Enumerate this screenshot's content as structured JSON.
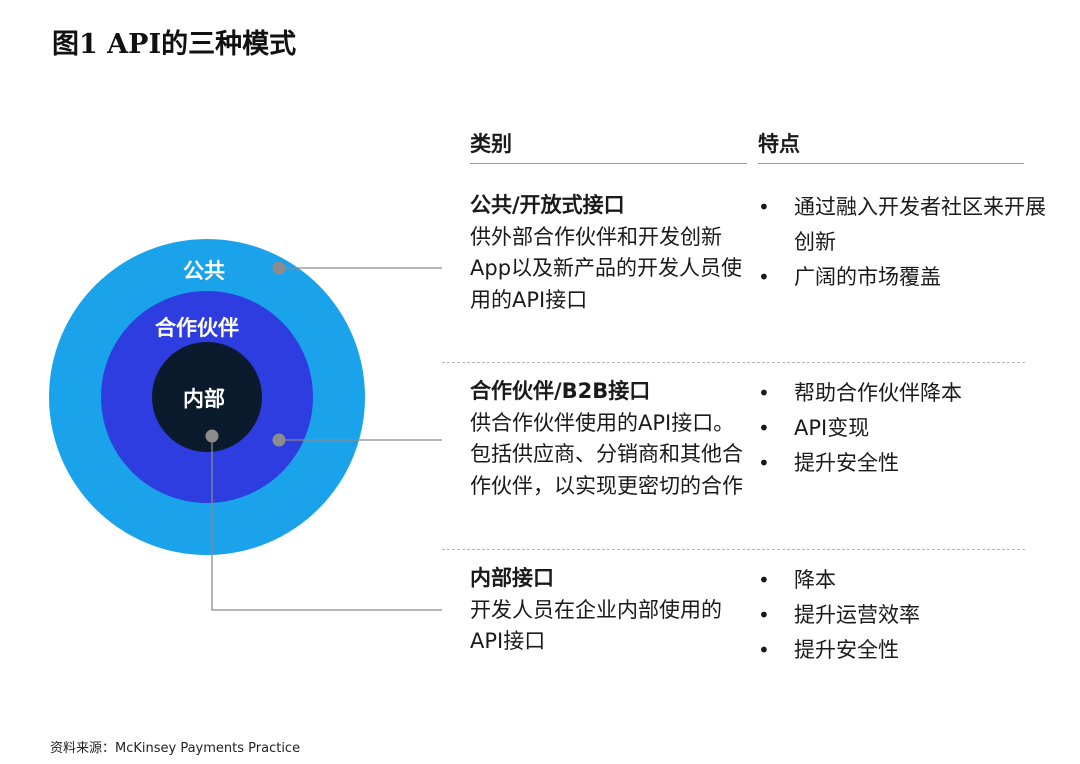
{
  "title": "图1 API的三种模式",
  "rings": {
    "outer": {
      "label": "公共",
      "color": "#1aa3ea"
    },
    "middle": {
      "label": "合作伙伴",
      "color": "#2e3de0"
    },
    "inner": {
      "label": "内部",
      "color": "#0b1a2c"
    },
    "connector_color": "#8a8a8a",
    "dot_color": "#8c8c8c"
  },
  "table": {
    "headers": {
      "category": "类别",
      "features": "特点"
    },
    "rows": [
      {
        "title": "公共/开放式接口",
        "description": "供外部合作伙伴和开发创新App以及新产品的开发人员使用的API接口",
        "features": [
          "通过融入开发者社区来开展创新",
          "广阔的市场覆盖"
        ]
      },
      {
        "title": "合作伙伴/B2B接口",
        "description": "供合作伙伴使用的API接口。包括供应商、分销商和其他合作伙伴，以实现更密切的合作",
        "features": [
          "帮助合作伙伴降本",
          "API变现",
          "提升安全性"
        ]
      },
      {
        "title": "内部接口",
        "description": "开发人员在企业内部使用的API接口",
        "features": [
          "降本",
          "提升运营效率",
          "提升安全性"
        ]
      }
    ]
  },
  "source": "资料来源：McKinsey Payments Practice"
}
